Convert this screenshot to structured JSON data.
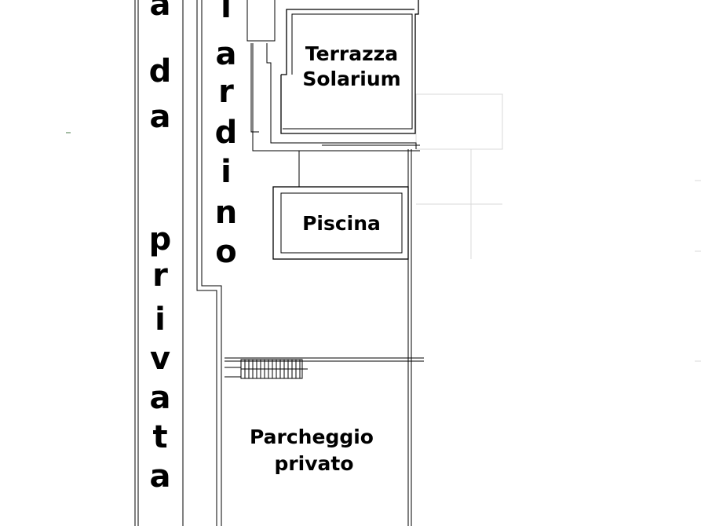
{
  "plan": {
    "labels": {
      "strada": "Strada",
      "strada_visible_letters": [
        "a",
        "d",
        "a"
      ],
      "privata_vertical": [
        "p",
        "r",
        "i",
        "v",
        "a",
        "t",
        "a"
      ],
      "giardino_visible_letters": [
        "i",
        "a",
        "r",
        "d",
        "i",
        "n",
        "o"
      ],
      "terrazza_line1": "Terrazza",
      "terrazza_line2": "Solarium",
      "piscina": "Piscina",
      "parcheggio_line1": "Parcheggio",
      "parcheggio_line2": "privato"
    }
  }
}
